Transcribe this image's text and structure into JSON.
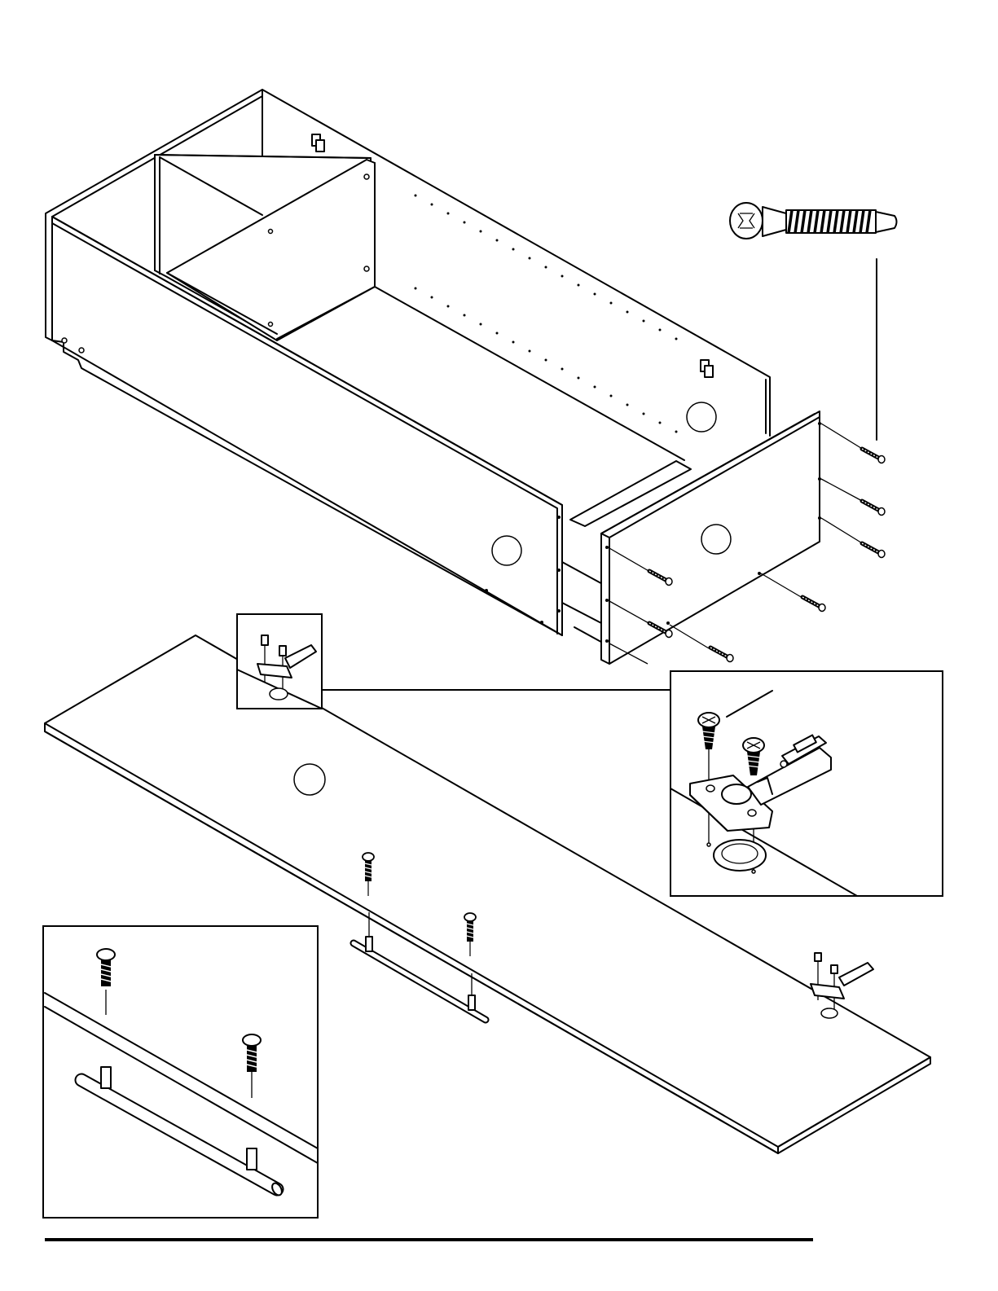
{
  "figure": {
    "kind": "assembly-instruction-diagram",
    "steps_shown": [
      "attach-side-panel-with-screws",
      "attach-hinges-to-door",
      "attach-handle-to-door"
    ],
    "detail_views": [
      "hinge-detail",
      "handle-detail"
    ],
    "icons": [
      "long-screw-icon",
      "cabinet-body",
      "side-panel",
      "door-panel",
      "hinge-icon",
      "handle-icon",
      "pan-head-screw-icon",
      "flat-head-screw-icon"
    ],
    "colors": {
      "line": "#000000",
      "background": "#ffffff"
    }
  }
}
